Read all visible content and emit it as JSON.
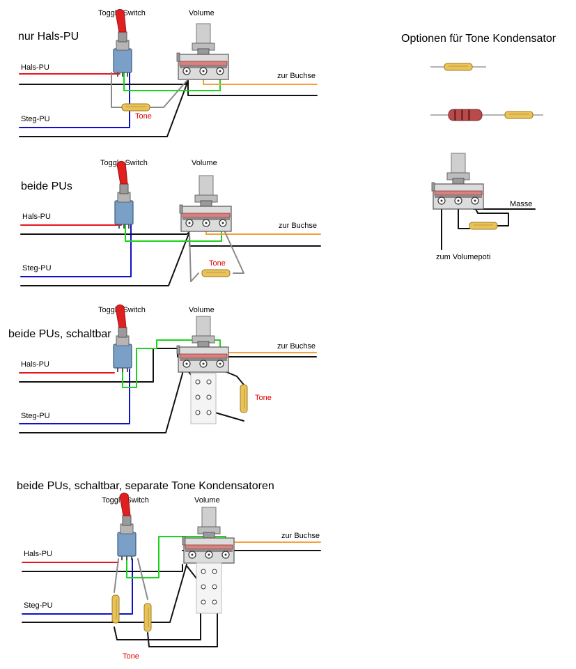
{
  "colors": {
    "hals_wire": "#e8141c",
    "steg_wire": "#1010c8",
    "ground_wire": "#111111",
    "green_wire": "#19d419",
    "orange_wire": "#f5a03c",
    "gray_wire": "#8a8a8a",
    "tone_label": "#e00000",
    "capacitor": "#e8c35a",
    "resistor": "#b84a4a",
    "switch_body": "#7aa0c8",
    "toggle_lever": "#e02020"
  },
  "sections": [
    {
      "heading": "nur Hals-PU",
      "switch_label": "Toggle Switch",
      "pot_label": "Volume",
      "hals_label": "Hals-PU",
      "steg_label": "Steg-PU",
      "buchse_label": "zur Buchse",
      "tone_label": "Tone"
    },
    {
      "heading": "beide PUs",
      "switch_label": "Toggle Switch",
      "pot_label": "Volume",
      "hals_label": "Hals-PU",
      "steg_label": "Steg-PU",
      "buchse_label": "zur Buchse",
      "tone_label": "Tone"
    },
    {
      "heading": "beide PUs, schaltbar",
      "switch_label": "Toggle Switch",
      "pot_label": "Volume",
      "hals_label": "Hals-PU",
      "steg_label": "Steg-PU",
      "buchse_label": "zur Buchse",
      "tone_label": "Tone"
    },
    {
      "heading": "beide PUs, schaltbar, separate Tone Kondensatoren",
      "switch_label": "Toggle Switch",
      "pot_label": "Volume",
      "hals_label": "Hals-PU",
      "steg_label": "Steg-PU",
      "buchse_label": "zur Buchse",
      "tone_label": "Tone"
    }
  ],
  "options": {
    "title": "Optionen für Tone Kondensator",
    "masse_label": "Masse",
    "volumepoti_label": "zum Volumepoti"
  }
}
